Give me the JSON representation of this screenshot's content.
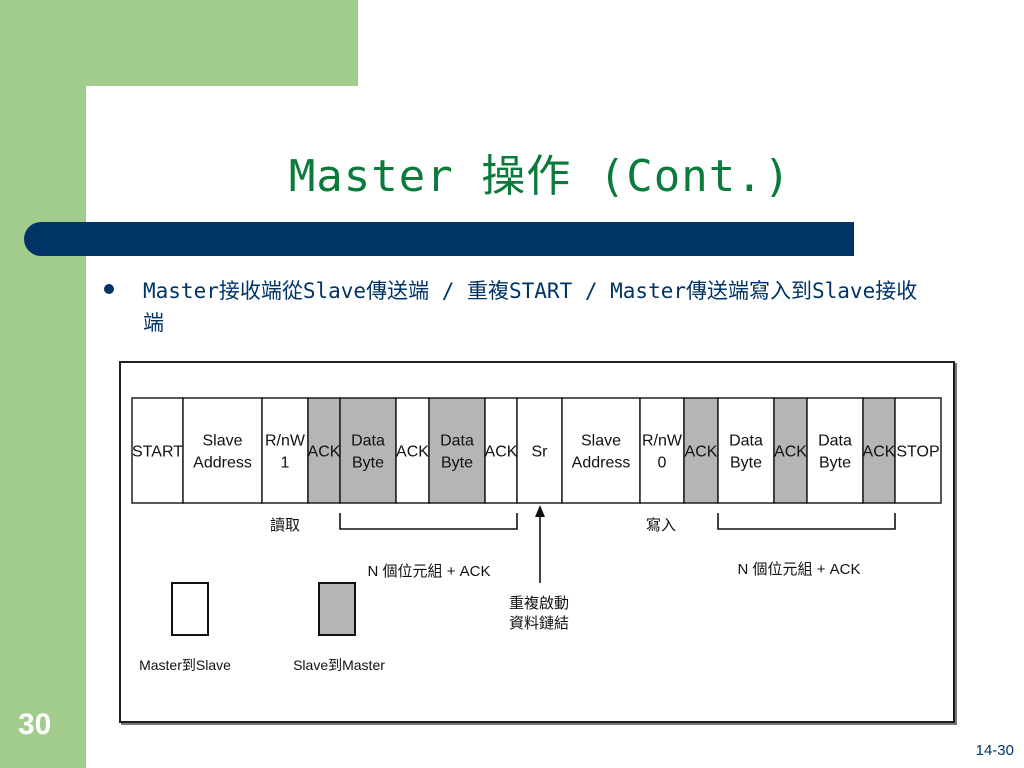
{
  "slide": {
    "title": "Master 操作 (Cont.)",
    "bullet": "Master接收端從Slave傳送端 / 重複START / Master傳送端寫入到Slave接收端",
    "page_number": "30",
    "slide_ref": "14-30"
  },
  "colors": {
    "green_band": "#a1cc8e",
    "title_bar": "#003366",
    "title_text": "#0b7a3a",
    "slave_cell": "#b5b5b5",
    "master_cell": "#ffffff"
  },
  "diagram": {
    "cells": [
      {
        "lines": [
          "START"
        ],
        "from": "master"
      },
      {
        "lines": [
          "Slave",
          "Address"
        ],
        "from": "master"
      },
      {
        "lines": [
          "R/nW",
          "1"
        ],
        "from": "master"
      },
      {
        "lines": [
          "ACK"
        ],
        "from": "slave"
      },
      {
        "lines": [
          "Data",
          "Byte"
        ],
        "from": "slave"
      },
      {
        "lines": [
          "ACK"
        ],
        "from": "master"
      },
      {
        "lines": [
          "Data",
          "Byte"
        ],
        "from": "slave"
      },
      {
        "lines": [
          "ACK"
        ],
        "from": "master"
      },
      {
        "lines": [
          "Sr"
        ],
        "from": "master"
      },
      {
        "lines": [
          "Slave",
          "Address"
        ],
        "from": "master"
      },
      {
        "lines": [
          "R/nW",
          "0"
        ],
        "from": "master"
      },
      {
        "lines": [
          "ACK"
        ],
        "from": "slave"
      },
      {
        "lines": [
          "Data",
          "Byte"
        ],
        "from": "master"
      },
      {
        "lines": [
          "ACK"
        ],
        "from": "slave"
      },
      {
        "lines": [
          "Data",
          "Byte"
        ],
        "from": "master"
      },
      {
        "lines": [
          "ACK"
        ],
        "from": "slave"
      },
      {
        "lines": [
          "STOP"
        ],
        "from": "master"
      }
    ],
    "read_label": "讀取",
    "write_label": "寫入",
    "n_bytes_label_left": "N 個位元組 + ACK",
    "n_bytes_label_right": "N 個位元組 + ACK",
    "restart_label_line1": "重複啟動",
    "restart_label_line2": "資料鏈結",
    "legend": {
      "master_to_slave": "Master到Slave",
      "slave_to_master": "Slave到Master"
    }
  }
}
